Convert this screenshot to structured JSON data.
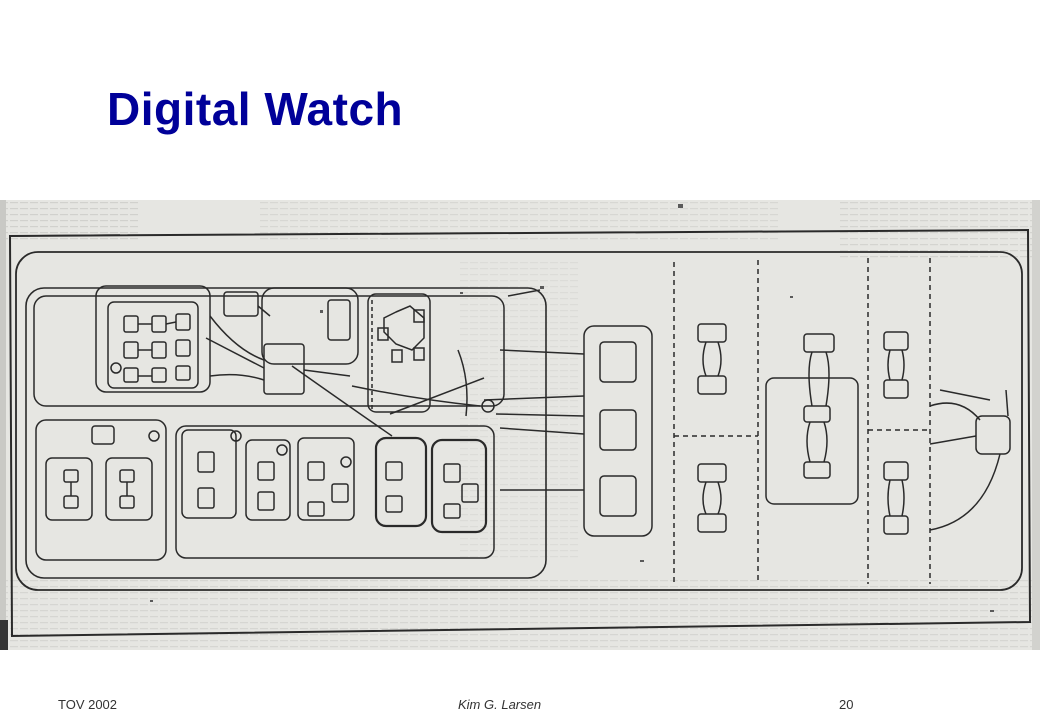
{
  "slide": {
    "title": "Digital Watch"
  },
  "figure": {
    "image_description": "scanned statechart of Citizen quartz multi-alarm watch",
    "colors": {
      "paper": "#e6e6e2",
      "ink": "#2a2a2a"
    }
  },
  "footer": {
    "left": "TOV 2002",
    "center": "Kim G. Larsen",
    "right": "20"
  },
  "colors": {
    "title": "#000099",
    "footer_text": "#333333",
    "background": "#ffffff"
  }
}
